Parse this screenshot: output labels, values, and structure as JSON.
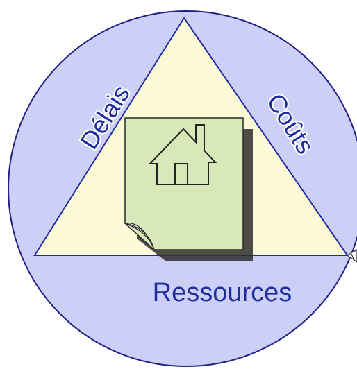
{
  "labels": {
    "top_left": "Délais",
    "top_right": "Coûts",
    "bottom": "Ressources"
  },
  "icons": {
    "document": "document-page-icon",
    "house": "house-icon"
  },
  "colors": {
    "circle_fill": "#cdd0f6",
    "circle_stroke": "#1f1f86",
    "triangle_fill": "#fbf9d6",
    "triangle_stroke": "#1f2a9e",
    "document_fill": "#d9e8b8",
    "document_stroke": "#2a2a2a",
    "document_shadow": "#2e2e2e",
    "label_text": "#1f2d9e",
    "label_outline": "#ffffff"
  }
}
